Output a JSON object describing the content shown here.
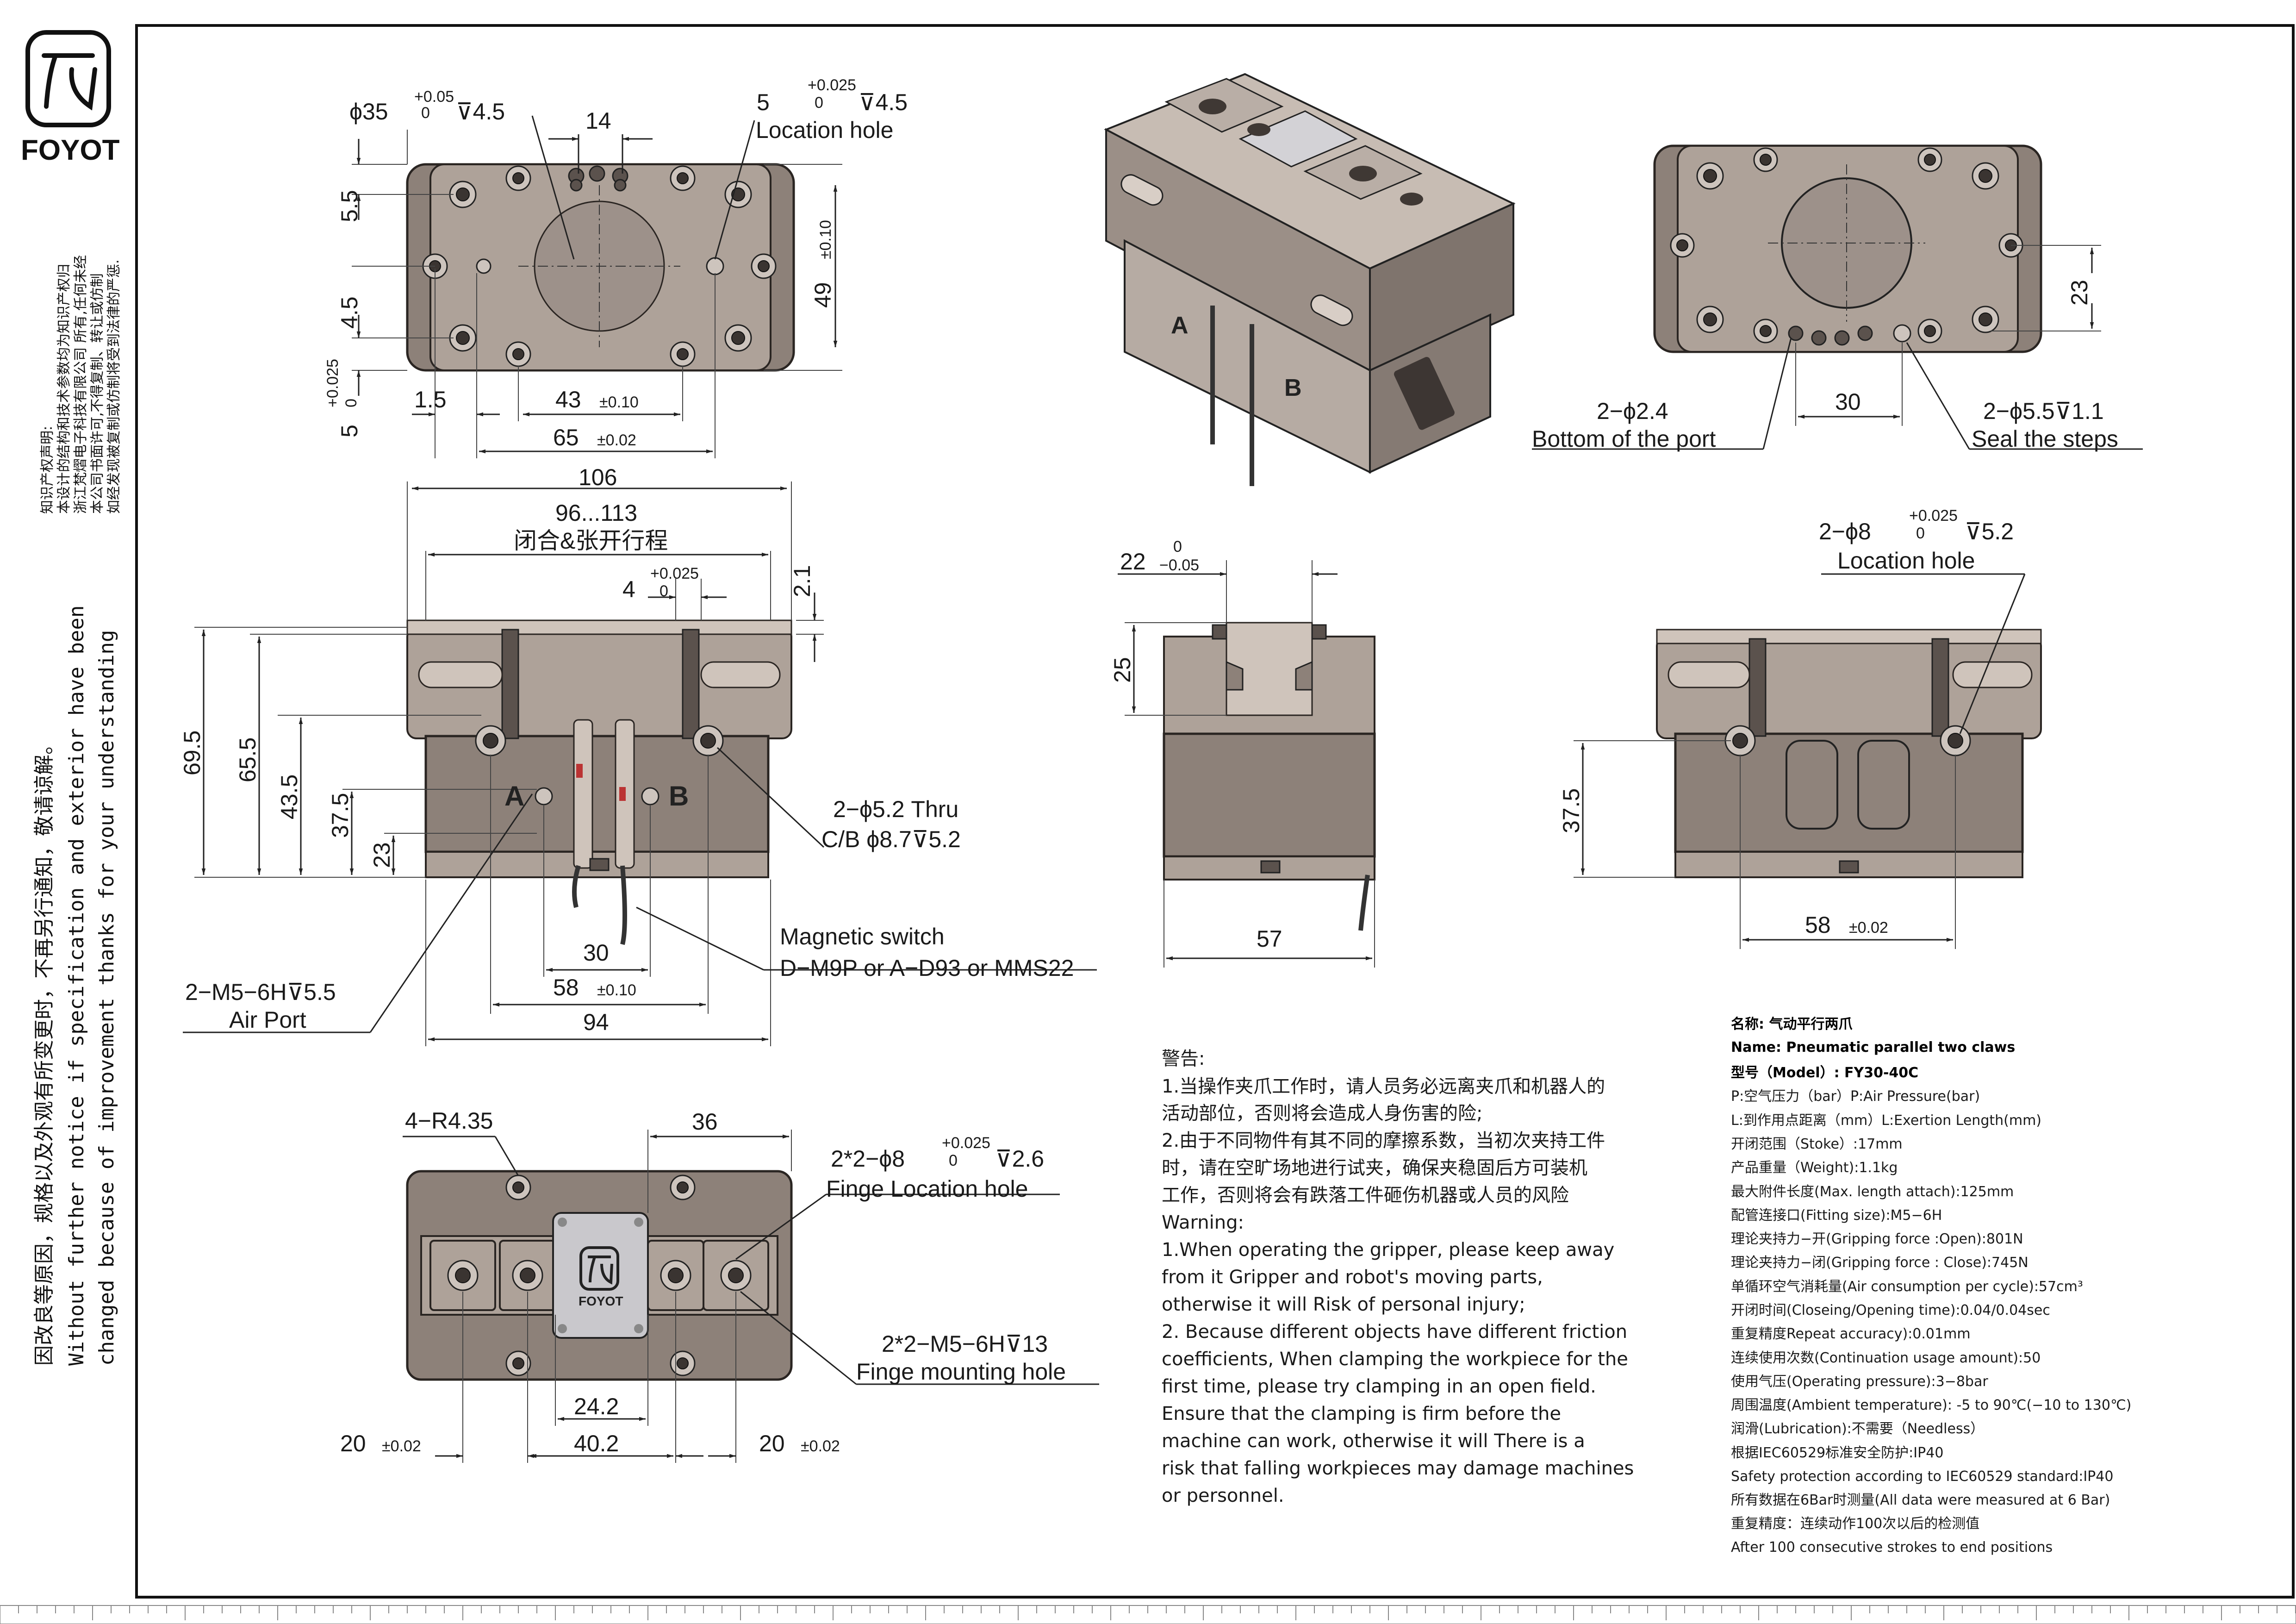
{
  "company": {
    "name": "FOYOT"
  },
  "ip_notice": [
    "知识产权声明:",
    "本设计的结构和技术参数均为知识产权归",
    "浙江梵熠电子科技有限公司 所有,任何未经",
    "本公司书面许可,不得复制、转让或仿制",
    "如经发现被复制或仿制将受到法律的严惩."
  ],
  "disclaimer": {
    "zh": "因改良等原因，规格以及外观有所变更时，不再另行通知，敬请谅解。",
    "en1": "Without further  notice if specification and exterior have been",
    "en2": "changed because of improvement thanks for your understanding"
  },
  "top_view": {
    "d35": "ϕ35",
    "d35_tol_up": "+0.05",
    "d35_tol_lo": "0",
    "d35_depth": "⊽4.5",
    "d14": "14",
    "d5": "5",
    "d5_tol_up": "+0.025",
    "d5_tol_lo": "0",
    "d5_depth": "⊽4.5",
    "loc_hole": "Location hole",
    "d5_5": "5.5",
    "d4_5": "4.5",
    "d5_tol": "+0.025",
    "d5_tol0": "0",
    "d1_5": "1.5",
    "d43": "43",
    "d43_tol": "±0.10",
    "d65": "65",
    "d65_tol": "±0.02",
    "d49": "49",
    "d49_tol": "±0.10"
  },
  "front_view": {
    "d106": "106",
    "d96_113": "96...113",
    "stroke_label": "闭合&张开行程",
    "d4": "4",
    "d4_tol_up": "+0.025",
    "d4_tol_lo": "0",
    "d2_1": "2.1",
    "d69_5": "69.5",
    "d65_5": "65.5",
    "d43_5": "43.5",
    "d37_5": "37.5",
    "d23": "23",
    "label_a": "A",
    "label_b": "B",
    "thru1": "2−ϕ5.2 Thru",
    "thru2": "C/B  ϕ8.7⊽5.2",
    "mag1": "Magnetic switch",
    "mag2": "D−M9P or A−D93 or MMS22",
    "d30": "30",
    "d58": "58",
    "d58_tol": "±0.10",
    "d94": "94",
    "air1": "2−M5−6H⊽5.5",
    "air2": "Air Port"
  },
  "bottom_view": {
    "r": "4−R4.35",
    "d36": "36",
    "fl1": "2*2−ϕ8",
    "fl_tol_up": "+0.025",
    "fl_tol_lo": "0",
    "fl_depth": "⊽2.6",
    "fl2": "Finge Location hole",
    "fm1": "2*2−M5−6H⊽13",
    "fm2": "Finge mounting hole",
    "d24_2": "24.2",
    "d40_2": "40.2",
    "d20a": "20",
    "d20a_tol": "±0.02",
    "d20b": "20",
    "d20b_tol": "±0.02"
  },
  "side_view": {
    "d22": "22",
    "d22_tol_up": "0",
    "d22_tol_lo": "−0.05",
    "d25": "25",
    "d57": "57"
  },
  "right_top_view": {
    "d23": "23",
    "d30": "30",
    "p1": "2−ϕ2.4",
    "p2": "Bottom of the port",
    "s1": "2−ϕ5.5⊽1.1",
    "s2": "Seal the steps"
  },
  "right_front_view": {
    "h1": "2−ϕ8",
    "h_tol_up": "+0.025",
    "h_tol_lo": "0",
    "h_depth": "⊽5.2",
    "h2": "Location hole",
    "d37_5": "37.5",
    "d58": "58",
    "d58_tol": "±0.02"
  },
  "warning": [
    "警告:",
    "1.当操作夹爪工作时，请人员务必远离夹爪和机器人的",
    "活动部位，否则将会造成人身伤害的险;",
    "2.由于不同物件有其不同的摩擦系数，当初次夹持工件",
    "时，请在空旷场地进行试夹，确保夹稳固后方可装机",
    "工作，否则将会有跌落工件砸伤机器或人员的风险",
    "Warning:",
    "1.When operating the gripper, please keep away",
    "from it Gripper and robot's moving parts,",
    "otherwise it will Risk of personal injury;",
    "2. Because different objects have different friction",
    "coefficients, When clamping the workpiece for the",
    "first time, please try clamping in an open field.",
    "Ensure that the clamping is firm before the",
    "machine can work, otherwise it will There is a",
    "risk that falling workpieces may damage machines",
    "or personnel."
  ],
  "specs": {
    "name_zh": "名称: 气动平行两爪",
    "name_en": "Name: Pneumatic parallel two claws",
    "model": "型号（Model）: FY30-40C",
    "lines": [
      "P:空气压力（bar）P:Air Pressure(bar)",
      "L:到作用点距离（mm）L:Exertion Length(mm)",
      "开闭范围（Stoke）:17mm",
      "产品重量（Weight):1.1kg",
      "最大附件长度(Max. length attach):125mm",
      "配管连接口(Fitting size):M5−6H",
      "理论夹持力−开(Gripping force :Open):801N",
      "理论夹持力−闭(Gripping force : Close):745N",
      "单循环空气消耗量(Air consumption per cycle):57cm³",
      "开闭时间(Closeing/Opening time):0.04/0.04sec",
      "重复精度Repeat accuracy):0.01mm",
      "连续使用次数(Continuation usage amount):50",
      "使用气压(Operating pressure):3−8bar",
      "周围温度(Ambient temperature): -5 to 90℃(−10 to 130℃)",
      "润滑(Lubrication):不需要（Needless）",
      "根据IEC60529标准安全防护:IP40",
      "Safety protection according to IEC60529 standard:IP40",
      "所有数据在6Bar时测量(All data were measured at 6 Bar)",
      "重复精度：连续动作100次以后的检测值",
      "After 100 consecutive strokes to end positions"
    ]
  },
  "colors": {
    "body": "#8d8179",
    "face": "#aea299",
    "highlight": "#cfc4bb",
    "line": "#222222"
  },
  "icons": [
    "foyot-logo-icon"
  ]
}
